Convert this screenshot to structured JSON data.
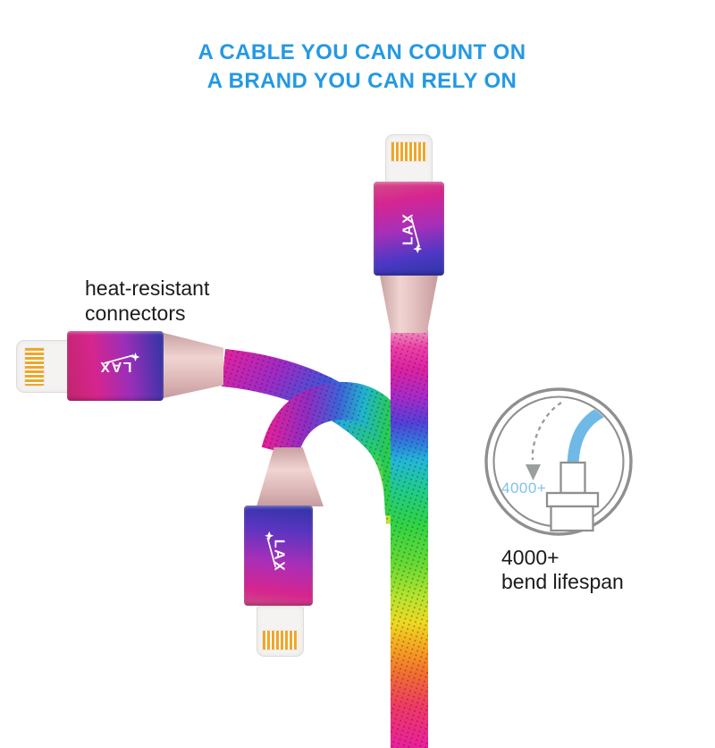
{
  "title": {
    "line1": "A CABLE YOU CAN COUNT ON",
    "line2": "A BRAND YOU CAN RELY ON"
  },
  "brand": {
    "name": "LAX"
  },
  "labels": {
    "heat_resistant": {
      "line1": "heat-resistant",
      "line2": "connectors"
    },
    "bend_lifespan": {
      "line1": "4000+",
      "line2": "bend lifespan"
    },
    "bend_badge": "4000+"
  },
  "colors": {
    "heading_blue": "#2499E3",
    "text_black": "#1B1B1B",
    "badge_light_blue": "#7EC3E9",
    "diagram_gray": "#8E9090",
    "diagram_cable_blue": "#6FB9E6",
    "rose_gold": "#E2BEBE",
    "pin_gold": "#EFA62A",
    "connector_gradient": [
      "#C2256E",
      "#D6258E",
      "#9A2FB8",
      "#2E35A6"
    ],
    "rainbow_cable": [
      "#F08CBE",
      "#DD22A0",
      "#A42BC8",
      "#2E7EDC",
      "#22B7D8",
      "#2ED344",
      "#B7E42C",
      "#EDD921",
      "#F5A41F",
      "#F2702D",
      "#EE3A63",
      "#E9209B"
    ]
  }
}
